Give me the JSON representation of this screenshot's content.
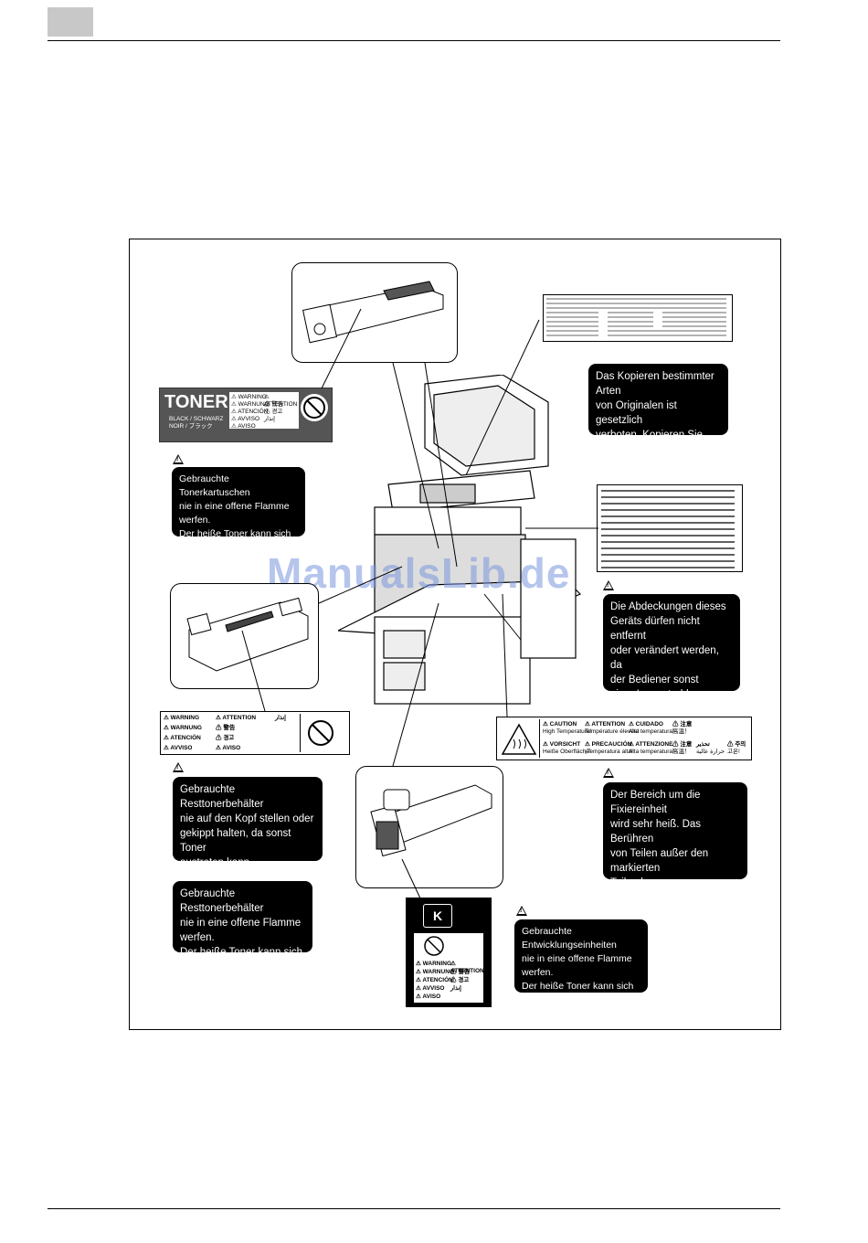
{
  "watermark": "ManualsLib.de",
  "toner_label": {
    "title": "TONER",
    "color_lines": [
      "BLACK / SCHWARZ",
      "NOIR / ブラック"
    ],
    "warnings": [
      "WARNING",
      "ATTENTION",
      "WARNUNG",
      "警告",
      "ATENCIÓN",
      "경고",
      "AVVISO",
      "إنذار",
      "AVISO"
    ]
  },
  "waste_label": {
    "warnings": [
      "WARNING",
      "ATTENTION",
      "إنذار",
      "WARNUNG",
      "警告",
      "ATENCIÓN",
      "경고",
      "AVVISO",
      "AVISO"
    ]
  },
  "temp_label": {
    "cells": [
      {
        "head": "CAUTION",
        "sub": "High Temperature!"
      },
      {
        "head": "ATTENTION",
        "sub": "Température élevée!"
      },
      {
        "head": "CUIDADO",
        "sub": "Alta temperatura!"
      },
      {
        "head": "注意",
        "sub": "高温！"
      },
      {
        "head": "VORSICHT",
        "sub": "Heiße Oberfläche!"
      },
      {
        "head": "PRECAUCIÓN",
        "sub": "¡Temperatura alta!"
      },
      {
        "head": "ATTENZIONE",
        "sub": "Alta temperatura!"
      },
      {
        "head": "注意",
        "sub": "高温！"
      },
      {
        "head": "تحذير",
        "sub": "حرارة عالية"
      },
      {
        "head": "주의",
        "sub": "고온!"
      }
    ]
  },
  "drum_label": {
    "letter": "K",
    "warnings": [
      "WARNING",
      "ATTENTION",
      "WARNUNG",
      "警告",
      "ATENCIÓN",
      "경고",
      "AVVISO",
      "إنذار",
      "AVISO"
    ]
  },
  "callouts": {
    "toner_cartridge": "Gebrauchte Tonerkartuschen\nnie in eine offene Flamme werfen.\n Der heiße Toner kann sich ver-\nteilen und eine Gefahr darstellen.",
    "copy_legal": "Das Kopieren bestimmter Arten\nvon Originalen ist gesetzlich\nverboten. Kopieren Sie niemals\nderartige Originale.",
    "covers": "Die Abdeckungen dieses\nGeräts dürfen nicht entfernt\noder verändert werden, da\nder Bediener sonst\neiner Laserstrahlung\nausgesetzt ist.",
    "waste_upside": "Gebrauchte Resttonerbehälter\nnie auf den Kopf stellen oder\ngekippt halten, da sonst Toner\naustreten kann.",
    "fuser": "Der Bereich um die Fixiereinheit\nwird sehr heiß. Das Berühren\nvon Teilen außer den markierten\nTeilen kann zu Brandverletzungen\nführen.",
    "waste_flame": "Gebrauchte Resttonerbehälter\nnie in eine offene Flamme werfen.\nDer heiße Toner kann sich vertei-\nlen und eine Gefahr darstellen.",
    "developer": "Gebrauchte Entwicklungseinheiten\nnie in eine offene Flamme werfen.\nDer heiße Toner kann sich verteilen\nund eine Gefahr darstellen."
  }
}
